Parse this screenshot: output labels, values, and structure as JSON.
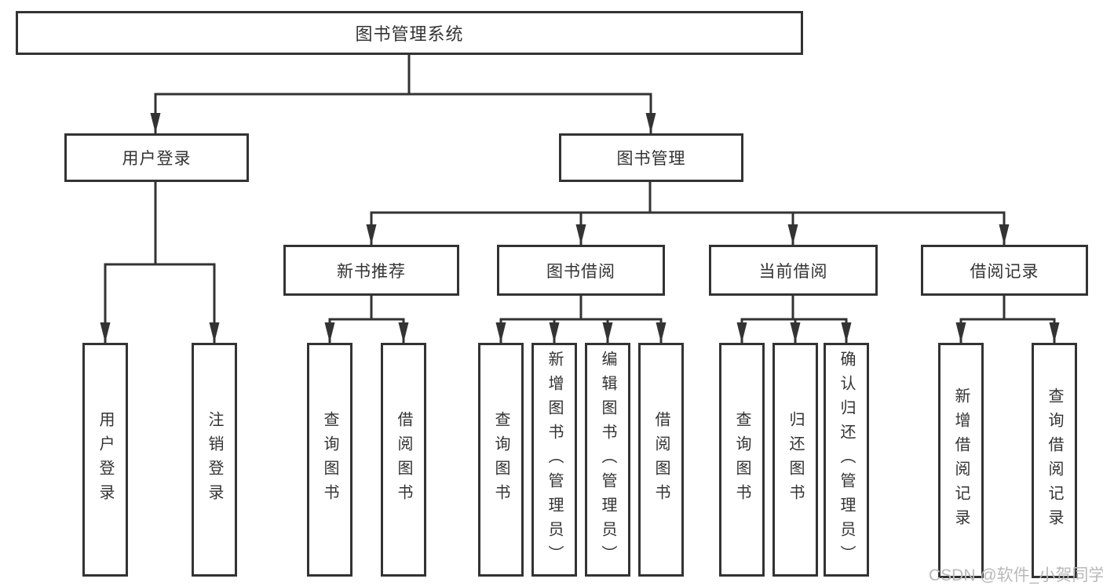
{
  "tree": {
    "label": "图书管理系统",
    "children": [
      {
        "label": "用户登录",
        "children": [
          {
            "label": "用户登录"
          },
          {
            "label": "注销登录"
          }
        ]
      },
      {
        "label": "图书管理",
        "children": [
          {
            "label": "新书推荐",
            "children": [
              {
                "label": "查询图书"
              },
              {
                "label": "借阅图书"
              }
            ]
          },
          {
            "label": "图书借阅",
            "children": [
              {
                "label": "查询图书"
              },
              {
                "label": "新增图书（管理员）"
              },
              {
                "label": "编辑图书（管理员）"
              },
              {
                "label": "借阅图书"
              }
            ]
          },
          {
            "label": "当前借阅",
            "children": [
              {
                "label": "查询图书"
              },
              {
                "label": "归还图书"
              },
              {
                "label": "确认归还（管理员）"
              }
            ]
          },
          {
            "label": "借阅记录",
            "children": [
              {
                "label": "新增借阅记录"
              },
              {
                "label": "查询借阅记录"
              }
            ]
          }
        ]
      }
    ]
  },
  "watermark": "CSDN @软件_小贺同学",
  "colors": {
    "line": "#333333",
    "text": "#333333",
    "box_bg": "#ffffff",
    "watermark": "#b9b9b9"
  }
}
